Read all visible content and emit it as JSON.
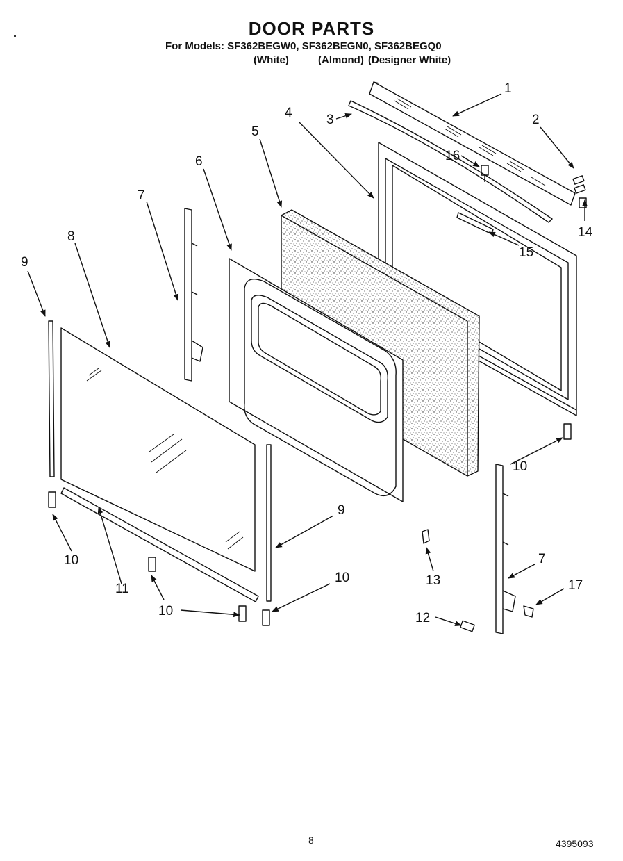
{
  "header": {
    "title": "DOOR PARTS",
    "models_prefix": "For Models:",
    "models": [
      "SF362BEGW0,",
      "SF362BEGN0,",
      "SF362BEGQ0"
    ],
    "colors": [
      "(White)",
      "(Almond)",
      "(Designer White)"
    ]
  },
  "callouts": [
    {
      "id": "c1",
      "label": "1"
    },
    {
      "id": "c2",
      "label": "2"
    },
    {
      "id": "c3",
      "label": "3"
    },
    {
      "id": "c4",
      "label": "4"
    },
    {
      "id": "c5",
      "label": "5"
    },
    {
      "id": "c6",
      "label": "6"
    },
    {
      "id": "c7a",
      "label": "7"
    },
    {
      "id": "c7b",
      "label": "7"
    },
    {
      "id": "c8",
      "label": "8"
    },
    {
      "id": "c9a",
      "label": "9"
    },
    {
      "id": "c9b",
      "label": "9"
    },
    {
      "id": "c10a",
      "label": "10"
    },
    {
      "id": "c10b",
      "label": "10"
    },
    {
      "id": "c10c",
      "label": "10"
    },
    {
      "id": "c10d",
      "label": "10"
    },
    {
      "id": "c11",
      "label": "11"
    },
    {
      "id": "c12",
      "label": "12"
    },
    {
      "id": "c13",
      "label": "13"
    },
    {
      "id": "c14",
      "label": "14"
    },
    {
      "id": "c15",
      "label": "15"
    },
    {
      "id": "c16",
      "label": "16"
    },
    {
      "id": "c17",
      "label": "17"
    }
  ],
  "footer": {
    "page_number": "8",
    "drawing_code": "4395093"
  }
}
